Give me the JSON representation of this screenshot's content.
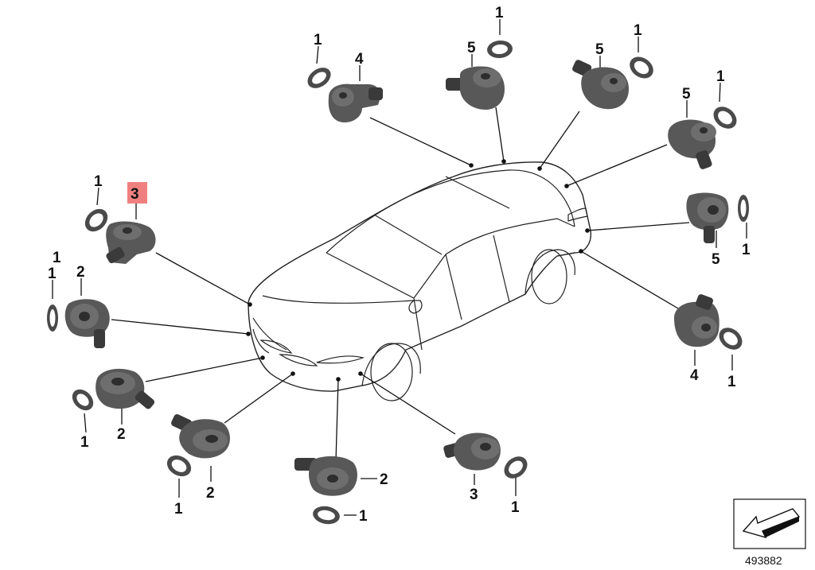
{
  "diagram": {
    "diagram_id": "493882",
    "highlighted_part": "3",
    "labels": [
      {
        "id": "l01",
        "text": "1"
      },
      {
        "id": "l02",
        "text": "1"
      },
      {
        "id": "l03",
        "text": "4"
      },
      {
        "id": "l04",
        "text": "5"
      },
      {
        "id": "l05",
        "text": "5"
      },
      {
        "id": "l06",
        "text": "1"
      },
      {
        "id": "l07",
        "text": "1"
      },
      {
        "id": "l08",
        "text": "5"
      },
      {
        "id": "l09",
        "text": "1"
      },
      {
        "id": "l10",
        "text": "5"
      },
      {
        "id": "l11",
        "text": "1"
      },
      {
        "id": "l12",
        "text": "1"
      },
      {
        "id": "l13",
        "text": "2"
      },
      {
        "id": "l14",
        "text": "4"
      },
      {
        "id": "l15",
        "text": "1"
      },
      {
        "id": "l16",
        "text": "1"
      },
      {
        "id": "l17",
        "text": "2"
      },
      {
        "id": "l18",
        "text": "2"
      },
      {
        "id": "l19",
        "text": "1"
      },
      {
        "id": "l20",
        "text": "2"
      },
      {
        "id": "l21",
        "text": "1"
      },
      {
        "id": "l22",
        "text": "3"
      },
      {
        "id": "l23",
        "text": "1"
      },
      {
        "id": "l24",
        "text": "1"
      },
      {
        "id": "l25",
        "text": "3"
      }
    ]
  }
}
